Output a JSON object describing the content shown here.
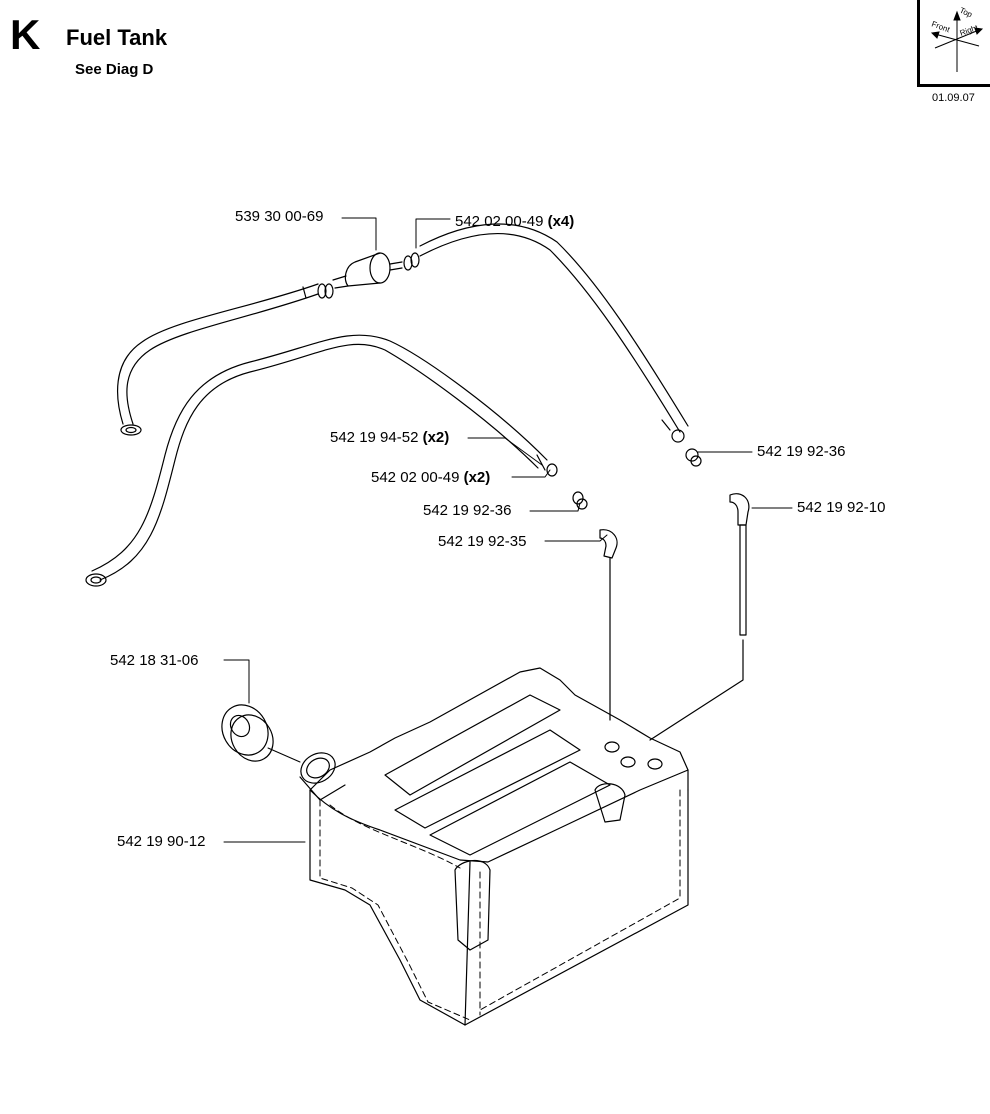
{
  "header": {
    "section_letter": "K",
    "title": "Fuel Tank",
    "subtitle": "See Diag D",
    "date": "01.09.07"
  },
  "orientation": {
    "top": "Top",
    "front": "Front",
    "right": "Right"
  },
  "callouts": [
    {
      "part": "539 30 00-69",
      "qty": ""
    },
    {
      "part": "542 02 00-49",
      "qty": "(x4)"
    },
    {
      "part": "542 19 94-52",
      "qty": "(x2)"
    },
    {
      "part": "542 02 00-49",
      "qty": "(x2)"
    },
    {
      "part": "542 19 92-36",
      "qty": ""
    },
    {
      "part": "542 19 92-35",
      "qty": ""
    },
    {
      "part": "542 19 92-36",
      "qty": ""
    },
    {
      "part": "542 19 92-10",
      "qty": ""
    },
    {
      "part": "542 18 31-06",
      "qty": ""
    },
    {
      "part": "542 19 90-12",
      "qty": ""
    }
  ]
}
